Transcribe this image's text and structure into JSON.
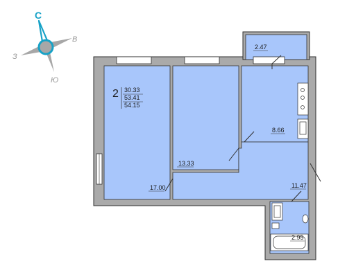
{
  "compass": {
    "north": "С",
    "east": "В",
    "south": "Ю",
    "west": "З",
    "needle_color": "#17a2c7",
    "arm_color": "#a7a7a7"
  },
  "apartment": {
    "rooms_count": "2",
    "living_area": "30.33",
    "usable_area": "53.41",
    "total_area": "54.15"
  },
  "rooms": {
    "balcony": "2.47",
    "kitchen": "8.66",
    "bedroom_center": "13.33",
    "living_room": "17.00",
    "hallway": "11.47",
    "bathroom": "2.95"
  },
  "colors": {
    "room_fill": "#a8c6fb",
    "wall_fill": "#aaaaaa",
    "line_color": "#2f2f2f"
  }
}
